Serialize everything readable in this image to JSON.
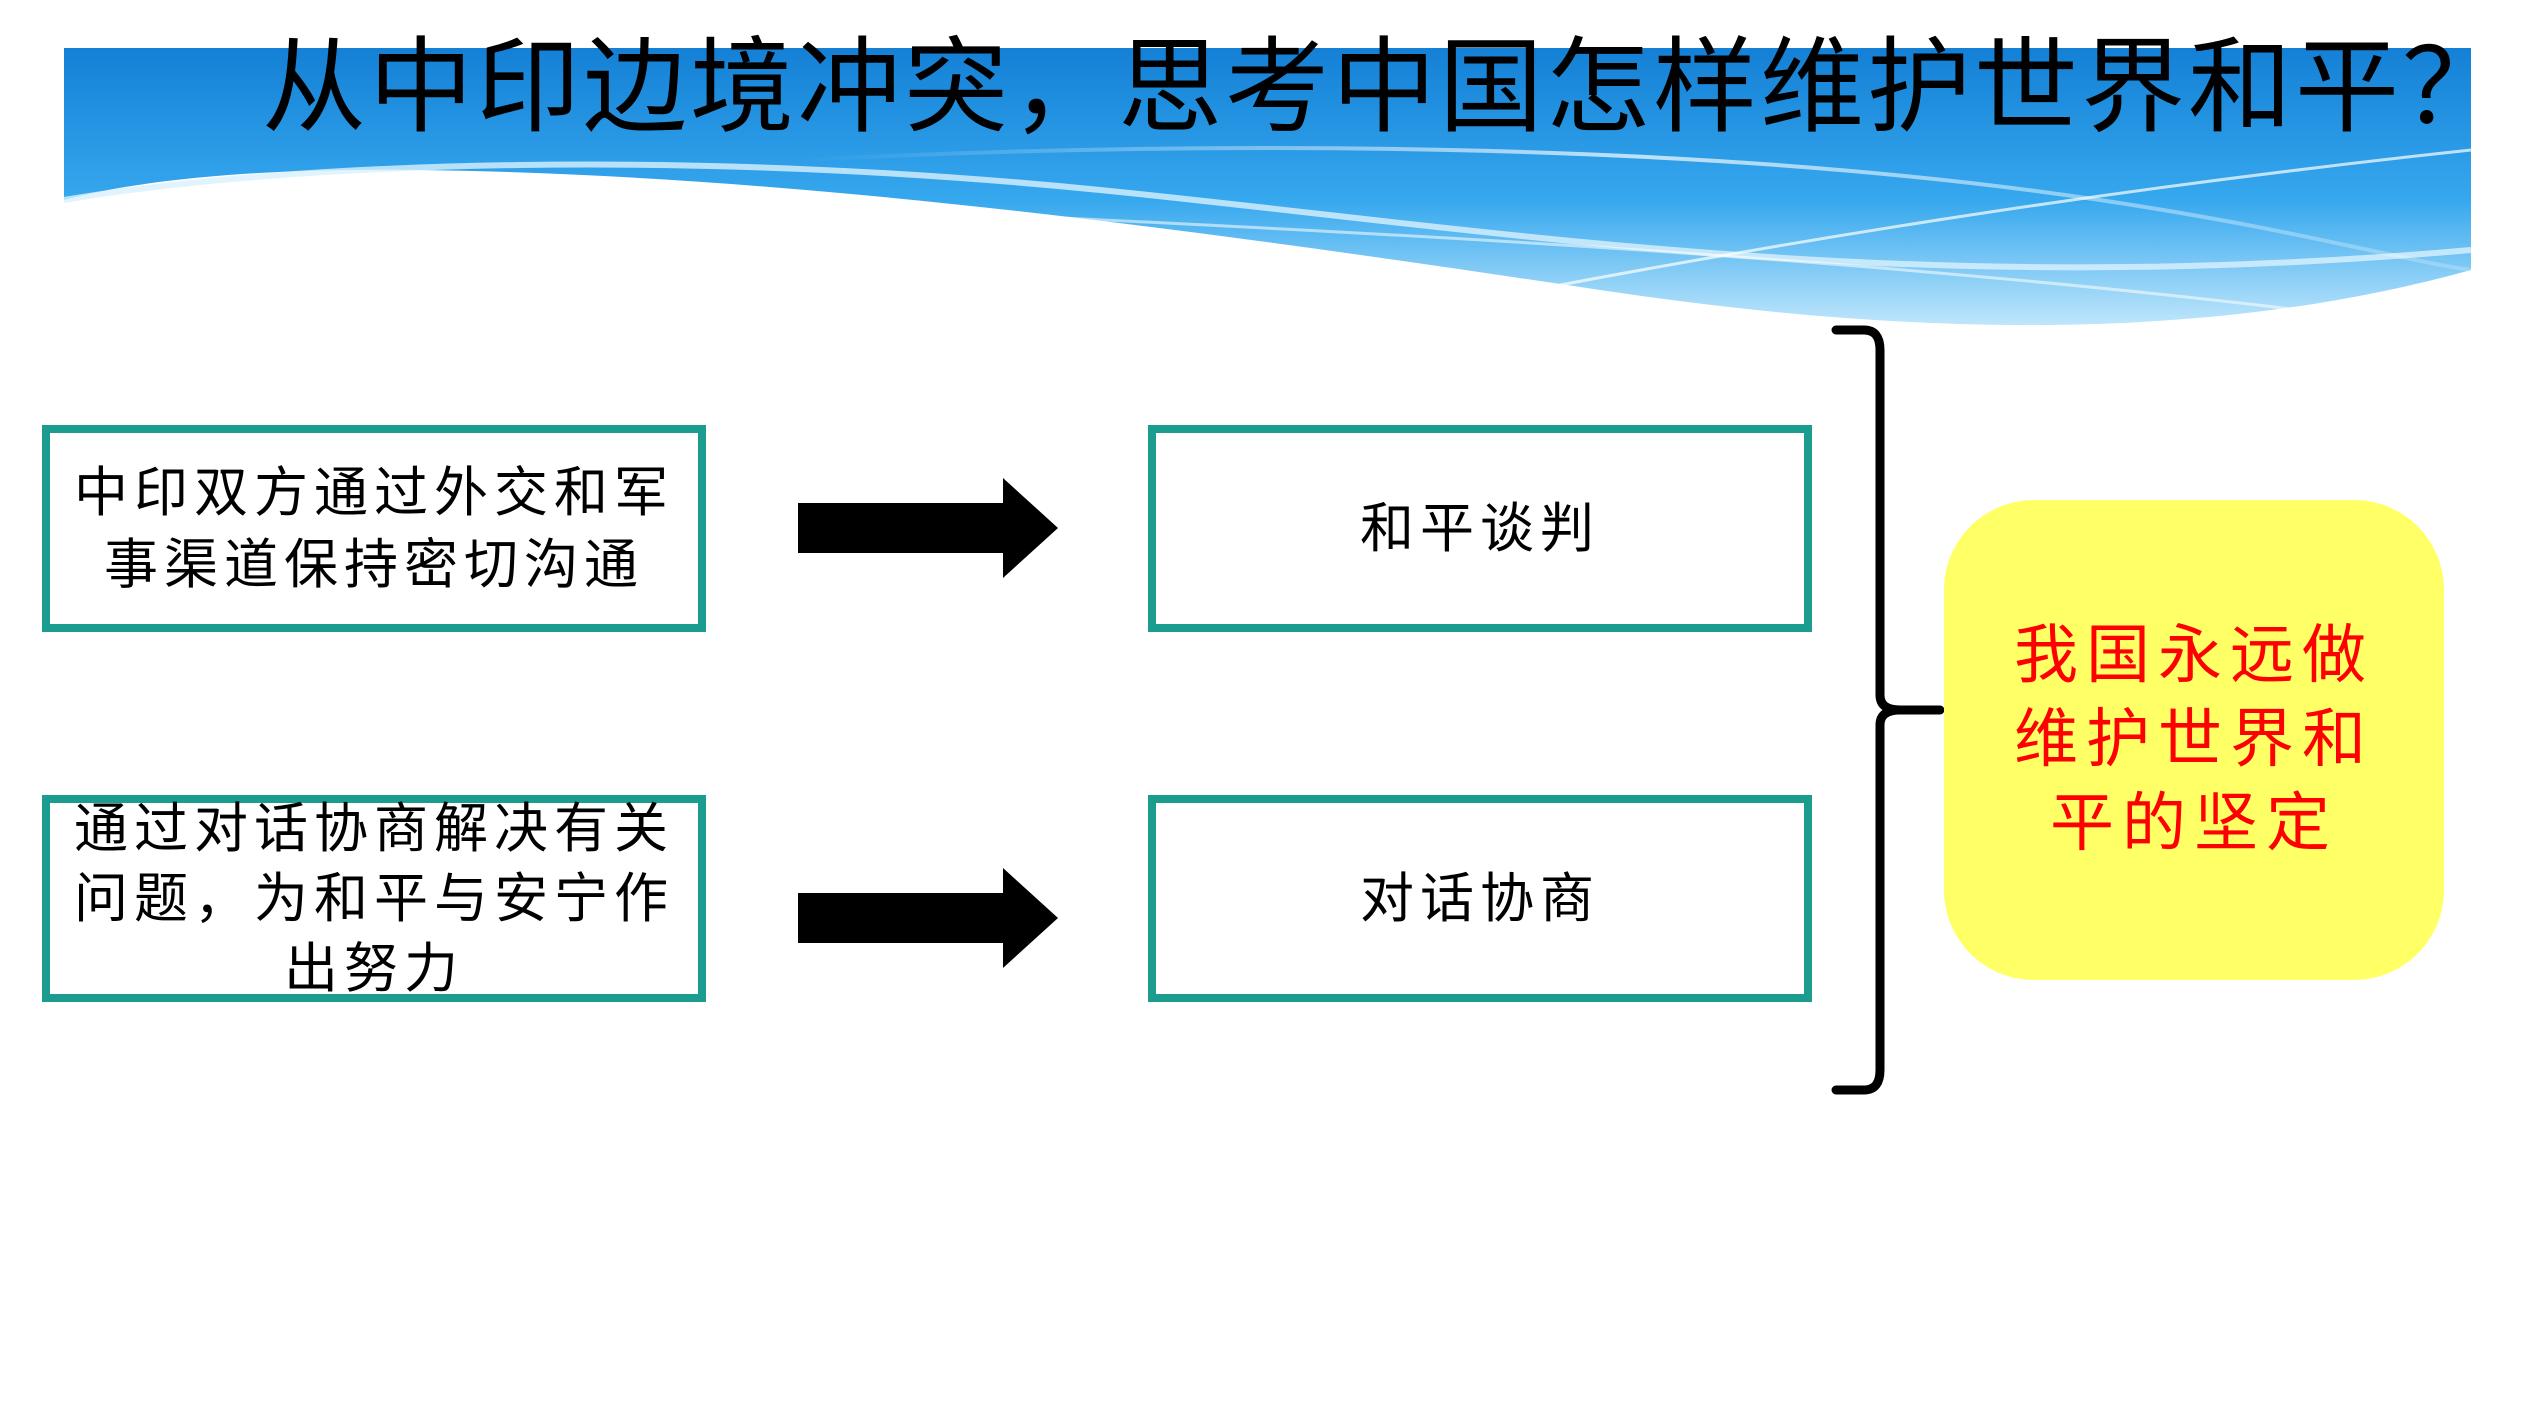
{
  "title": "从中印边境冲突，思考中国怎样维护世界和平？",
  "flows": [
    {
      "source": "中印双方通过外交和军事渠道保持密切沟通",
      "result": "和平谈判"
    },
    {
      "source": "通过对话协商解决有关问题，为和平与安宁作出努力",
      "result": "对话协商"
    }
  ],
  "conclusion": "我国永远做维护世界和平的坚定",
  "colors": {
    "box_border": "#1a9c8e",
    "banner_blue": "#1e8fe0",
    "banner_light": "#9fd6f7",
    "conclusion_bg": "#ffff66",
    "conclusion_text": "#ff0000"
  }
}
